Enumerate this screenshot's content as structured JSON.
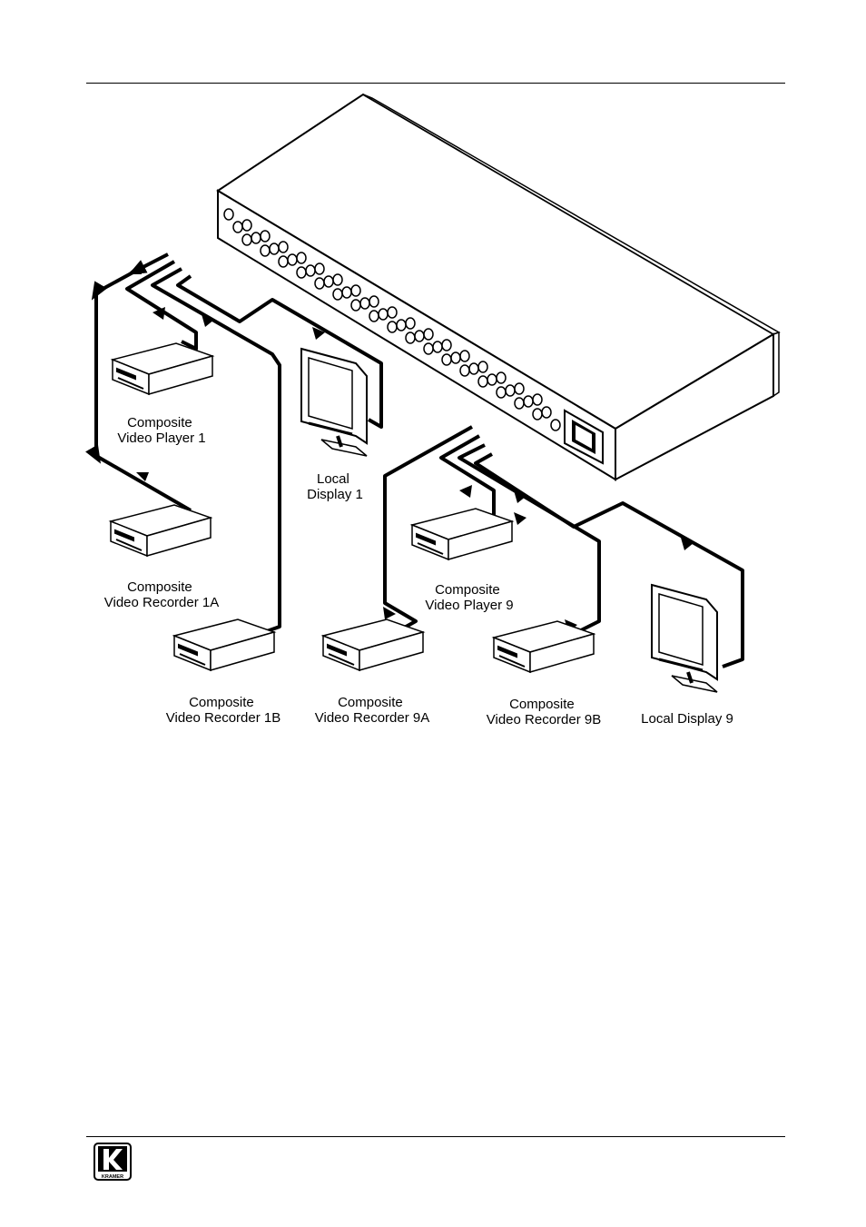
{
  "labels": {
    "player1": [
      "Composite",
      "Video Player 1"
    ],
    "recorder1a": [
      "Composite",
      "Video Recorder 1A"
    ],
    "recorder1b": [
      "Composite",
      "Video Recorder 1B"
    ],
    "display1": [
      "Local",
      "Display 1"
    ],
    "player9": [
      "Composite",
      "Video Player 9"
    ],
    "recorder9a": [
      "Composite",
      "Video Recorder 9A"
    ],
    "recorder9b": [
      "Composite",
      "Video Recorder 9B"
    ],
    "display9": [
      "Local Display 9"
    ]
  },
  "logo": {
    "text": "KRAMER"
  },
  "colors": {
    "line": "#000000",
    "background": "#ffffff"
  }
}
